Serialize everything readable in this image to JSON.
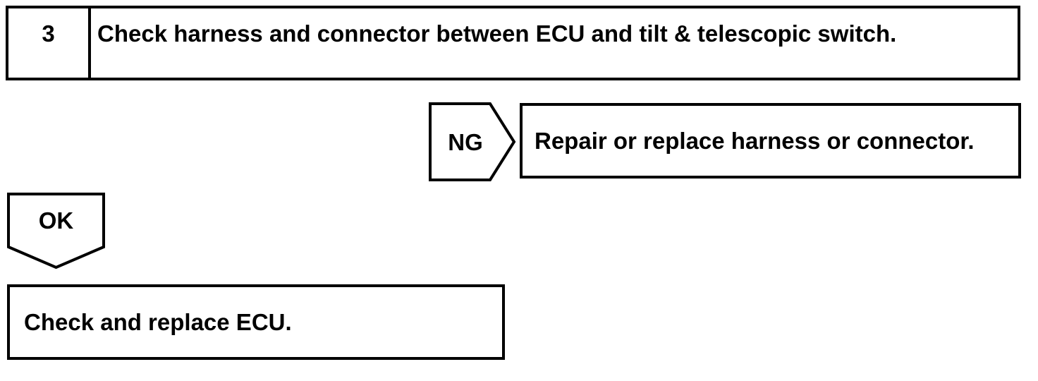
{
  "flowchart": {
    "step": {
      "number": "3",
      "instruction": "Check harness and connector between ECU and tilt & telescopic switch."
    },
    "ng_branch": {
      "label": "NG",
      "action": "Repair or replace harness or connector."
    },
    "ok_branch": {
      "label": "OK",
      "action": "Check and replace ECU."
    },
    "colors": {
      "line": "#000000",
      "background": "#ffffff"
    }
  }
}
